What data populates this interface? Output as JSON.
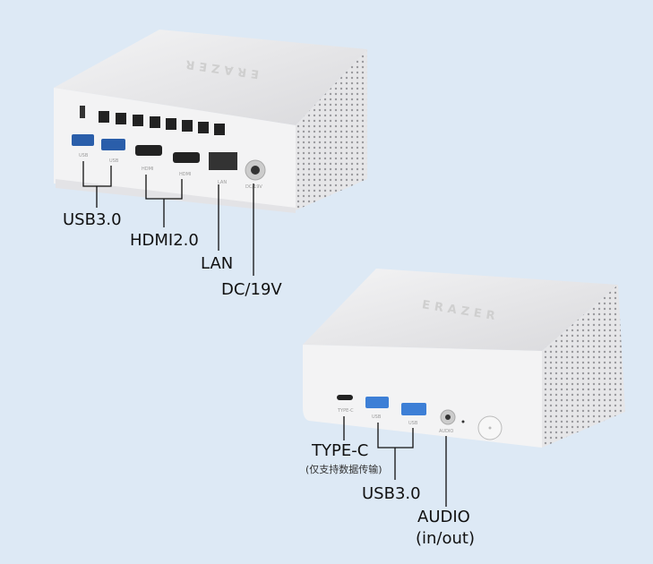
{
  "brand": "ERAZER",
  "rear": {
    "port_labels": [
      "USB",
      "USB",
      "HDMI",
      "HDMI",
      "LAN",
      "DC/19V"
    ],
    "callouts": {
      "usb": "USB3.0",
      "hdmi": "HDMI2.0",
      "lan": "LAN",
      "dc": "DC/19V"
    }
  },
  "front": {
    "port_labels": [
      "TYPE-C",
      "USB",
      "USB",
      "AUDIO"
    ],
    "callouts": {
      "typec": "TYPE-C",
      "typec_note": "(仅支持数据传输)",
      "usb": "USB3.0",
      "audio": "AUDIO",
      "audio_note": "(in/out)"
    }
  },
  "colors": {
    "background": "#dde9f5",
    "usb_blue": "#3d7fd6",
    "chassis": "#f2f2f3"
  }
}
